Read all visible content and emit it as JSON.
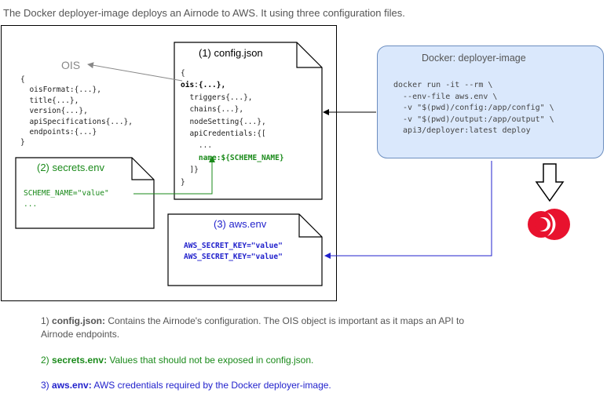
{
  "header": "The Docker deployer-image deploys an Airnode to AWS. It using three configuration files.",
  "ois": {
    "title": "OIS",
    "code": "{\n  oisFormat:{...},\n  title{...},\n  version{...},\n  apiSpecifications{...},\n  endpoints:{...}\n}"
  },
  "config": {
    "title": "(1) config.json",
    "lines": [
      "{",
      "oisː{...},",
      "  triggers{...},",
      "  chains{...},",
      "  nodeSetting{...},",
      "  apiCredentials:{[",
      "    ...",
      "    name:${SCHEME_NAME}",
      "  ]}",
      "}"
    ]
  },
  "secrets": {
    "title": "(2) secrets.env",
    "code": "SCHEME_NAME=\"value\"\n..."
  },
  "aws": {
    "title": "(3) aws.env",
    "code": "AWS_SECRET_KEY=\"value\"\nAWS_SECRET_KEY=\"value\""
  },
  "docker": {
    "title": "Docker: deployer-image",
    "lines": [
      "docker run -it --rm \\",
      "  --env-file aws.env \\",
      "  -v \"$(pwd)/config:/app/config\" \\",
      "  -v \"$(pwd)/output:/app/output\" \\",
      "  api3/deployer:latest deploy"
    ]
  },
  "footnotes": {
    "fn1_prefix": "1) ",
    "fn1_name": "config.json:",
    "fn1_text": " Contains the Airnode's configuration. The OIS object is important as it maps an API to Airnode endpoints.",
    "fn2_prefix": "2) ",
    "fn2_name": "secrets.env:",
    "fn2_text": " Values that should not be exposed in config.json.",
    "fn3_prefix": "3) ",
    "fn3_name": "aws.env:",
    "fn3_text": " AWS credentials required by the Docker deployer-image."
  },
  "colors": {
    "green": "#1a8a1a",
    "blue": "#2222cc",
    "docker_fill": "#dae8fc",
    "docker_stroke": "#6c8ebf",
    "aws_logo": "#e8122e"
  },
  "icons": [
    "down-arrow-icon",
    "airnode-logo-icon"
  ]
}
